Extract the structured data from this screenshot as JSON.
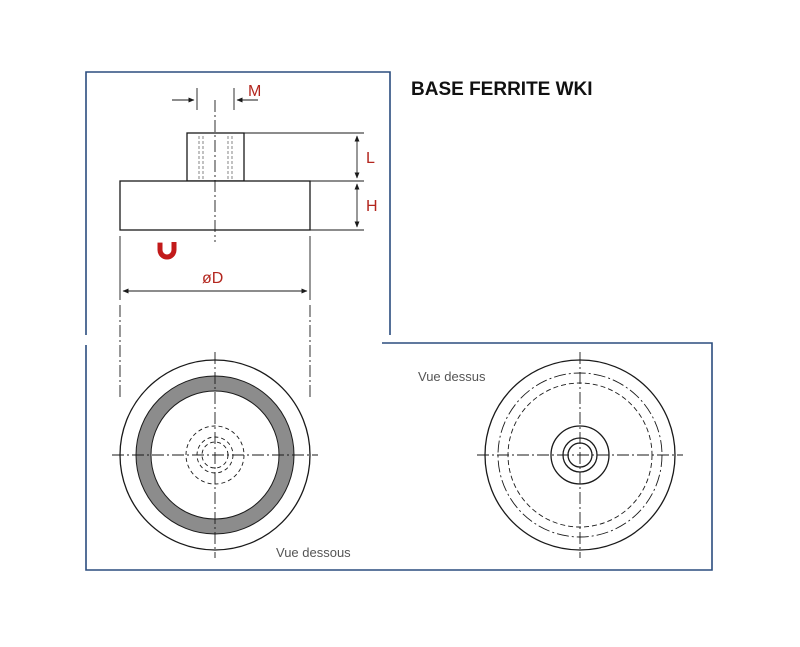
{
  "title": "BASE FERRITE WKI",
  "dimensions": {
    "m": "M",
    "l": "L",
    "h": "H",
    "d": "øD"
  },
  "views": {
    "top": "Vue dessus",
    "bottom": "Vue dessous"
  },
  "colors": {
    "frame": "#2b4d7e",
    "dimension_text": "#b3261e",
    "magnet_ring": "#8c8c8c",
    "line": "#1a1a1a"
  },
  "icons": {
    "magnet": "magnet-icon"
  }
}
